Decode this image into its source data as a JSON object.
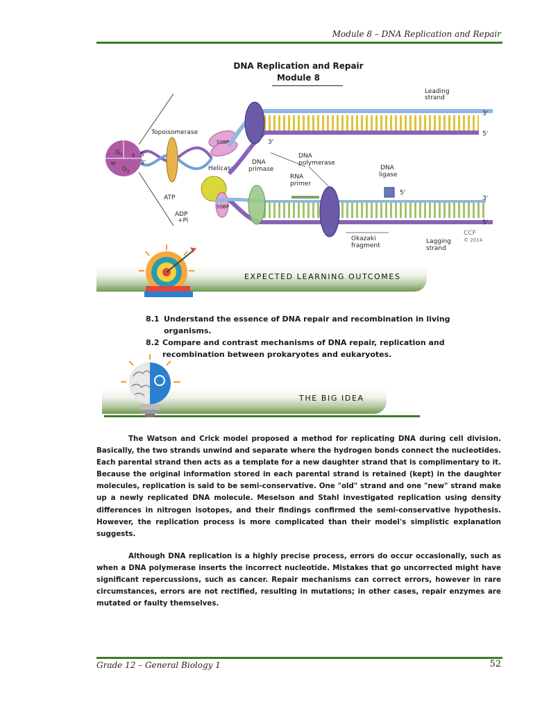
{
  "header": {
    "module_title": "Module 8 – DNA Replication and Repair"
  },
  "title": {
    "line1": "DNA Replication and Repair",
    "line2": "Module 8"
  },
  "diagram": {
    "labels": {
      "leading_strand": "Leading",
      "leading_strand2": "strand",
      "topoisomerase": "Topoisomerase",
      "sssp_top": "SSBP",
      "sssp_bottom": "SSBP",
      "helicase": "Helicase",
      "dna_primase": "DNA",
      "dna_primase2": "primase",
      "dna_polymerase": "DNA",
      "dna_polymerase2": "polymerase",
      "rna_primer": "RNA",
      "rna_primer2": "primer",
      "dna_ligase": "DNA",
      "dna_ligase2": "ligase",
      "atp": "ATP",
      "adp": "ADP",
      "adp2": "+Pi",
      "okazaki": "Okazaki",
      "okazaki2": "fragment",
      "lagging_strand": "Lagging",
      "lagging_strand2": "strand",
      "ccf": "CCF",
      "ccf_year": "© 2014",
      "three_prime": "3'",
      "five_prime": "5'",
      "g1": "G",
      "g1_sub": "1",
      "s": "S",
      "m": "M",
      "g2": "G",
      "g2_sub": "2"
    }
  },
  "banners": {
    "expected": "EXPECTED LEARNING OUTCOMES",
    "big_idea": "THE BIG IDEA"
  },
  "outcomes": [
    {
      "num": "8.1",
      "text": "Understand the essence of DNA repair and recombination in living organisms."
    },
    {
      "num": "8.2",
      "text": "Compare and contrast mechanisms of DNA repair, replication and recombination between prokaryotes and eukaryotes."
    }
  ],
  "paragraphs": [
    "The Watson and Crick model proposed a method for replicating DNA during cell division. Basically, the two strands unwind and separate where the hydrogen bonds connect the nucleotides. Each parental strand then acts as a template for a new daughter strand that is complimentary to it. Because the original information stored in each parental strand is retained (kept) in the daughter molecules, replication is said to be semi-conservative. One \"old\" strand and one \"new\" strand make up a newly replicated DNA molecule. Meselson and Stahl investigated replication using density differences in nitrogen isotopes, and their findings confirmed the semi-conservative hypothesis. However, the replication process is more complicated than their model's simplistic explanation suggests.",
    "Although DNA replication is a highly precise process, errors do occur occasionally, such as when a DNA polymerase inserts the incorrect nucleotide. Mistakes that go uncorrected might have significant repercussions, such as cancer. Repair mechanisms can correct errors, however in rare circumstances, errors are not rectified, resulting in mutations; in other cases, repair enzymes are mutated or faulty themselves."
  ],
  "footer": {
    "course": "Grade 12 – General Biology 1",
    "page": "52"
  }
}
